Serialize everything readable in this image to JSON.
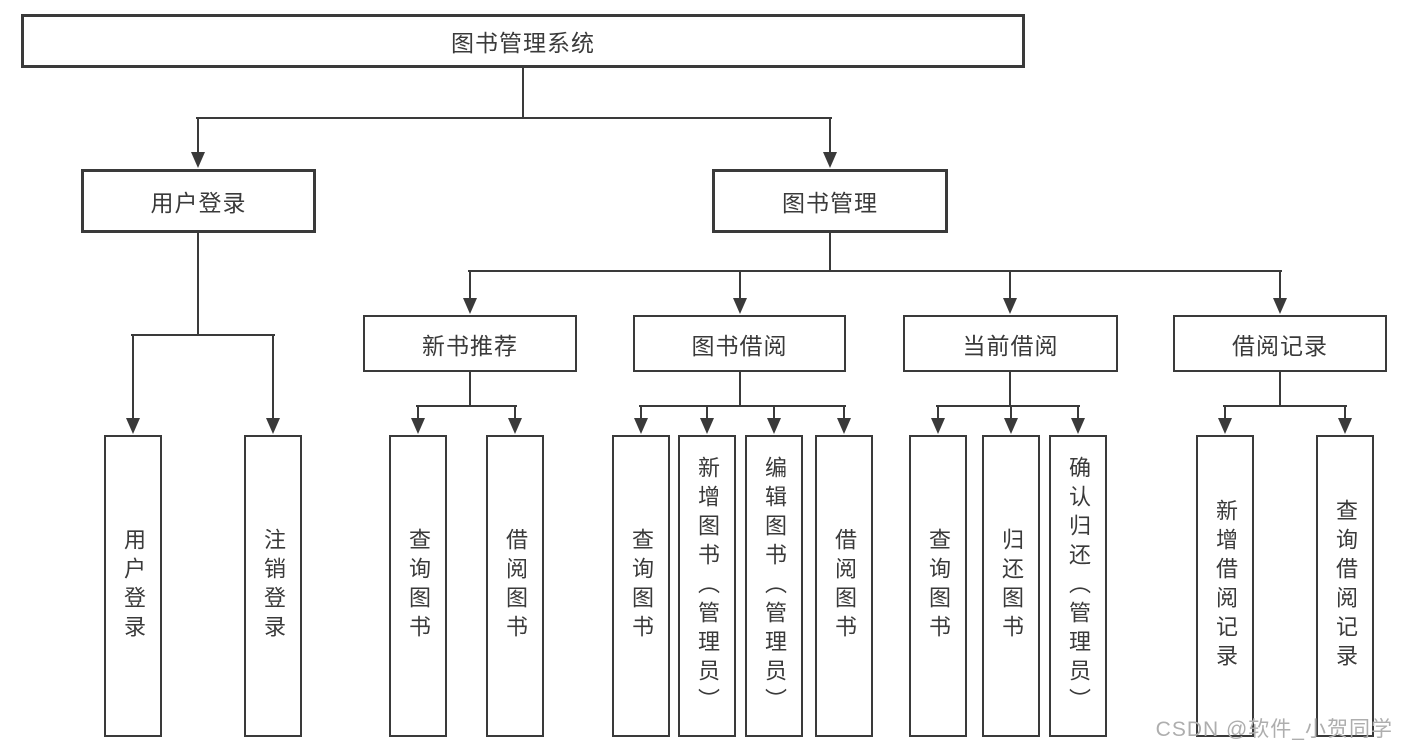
{
  "tree": {
    "label": "图书管理系统",
    "children": [
      {
        "label": "用户登录",
        "children": [
          {
            "label": "用户登录"
          },
          {
            "label": "注销登录"
          }
        ]
      },
      {
        "label": "图书管理",
        "children": [
          {
            "label": "新书推荐",
            "children": [
              {
                "label": "查询图书"
              },
              {
                "label": "借阅图书"
              }
            ]
          },
          {
            "label": "图书借阅",
            "children": [
              {
                "label": "查询图书"
              },
              {
                "label": "新增图书（管理员）"
              },
              {
                "label": "编辑图书（管理员）"
              },
              {
                "label": "借阅图书"
              }
            ]
          },
          {
            "label": "当前借阅",
            "children": [
              {
                "label": "查询图书"
              },
              {
                "label": "归还图书"
              },
              {
                "label": "确认归还（管理员）"
              }
            ]
          },
          {
            "label": "借阅记录",
            "children": [
              {
                "label": "新增借阅记录"
              },
              {
                "label": "查询借阅记录"
              }
            ]
          }
        ]
      }
    ]
  },
  "watermark": "CSDN @软件_小贺同学",
  "colors": {
    "line": "#3a3a3a",
    "box_border": "#3a3a3a",
    "text": "#3a3a3a",
    "watermark": "#aeaeae",
    "background": "#ffffff"
  }
}
